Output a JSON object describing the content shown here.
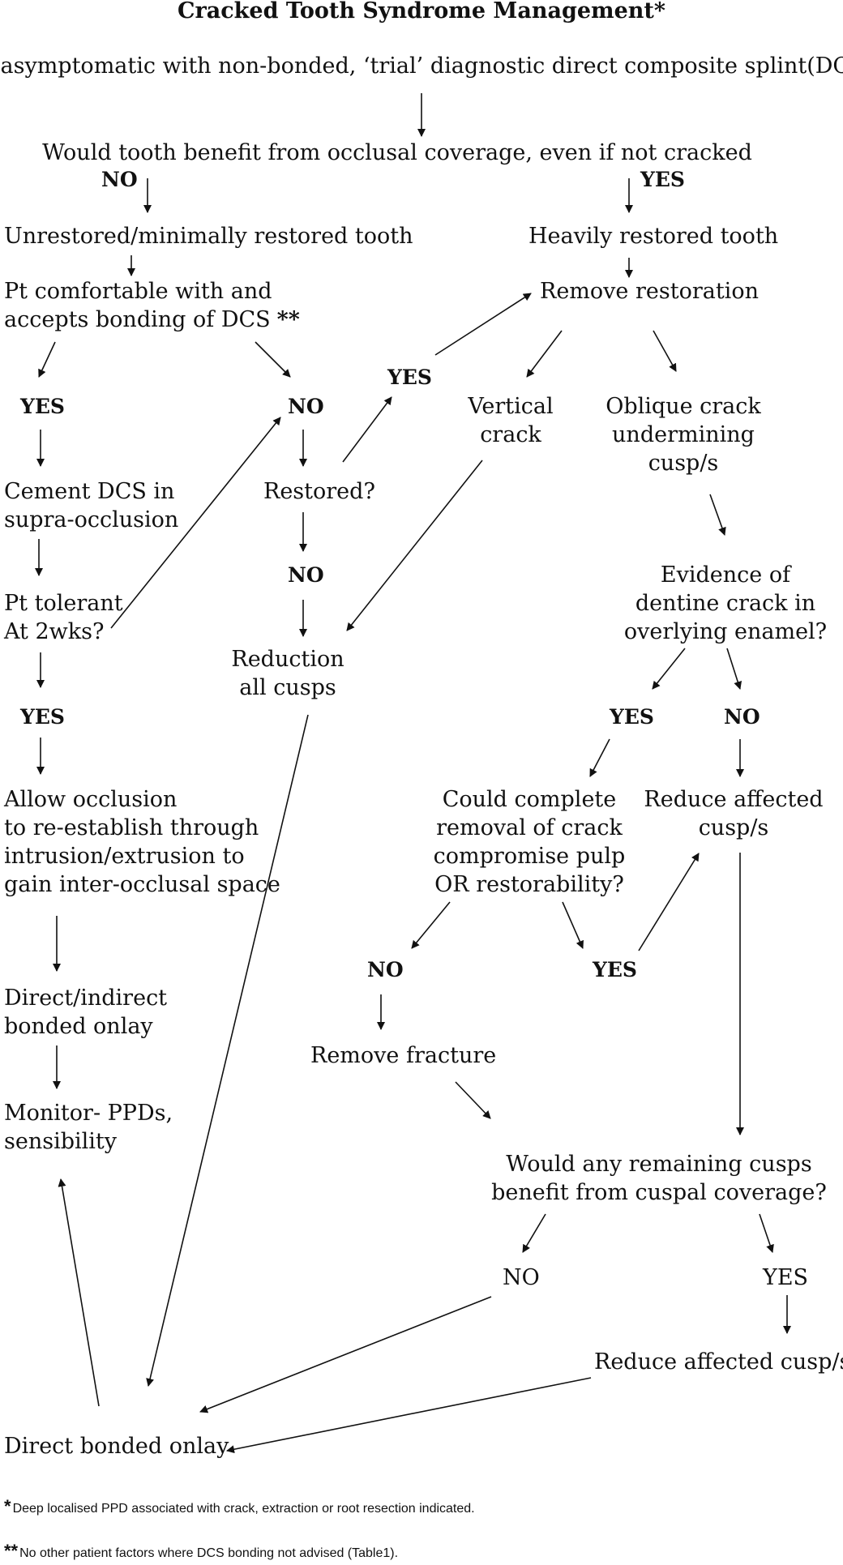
{
  "title": "Cracked Tooth Syndrome Management*",
  "nodes": {
    "start": "Pt asymptomatic with non-bonded, ‘trial’ diagnostic direct composite splint(DCS)",
    "occlusal_q": "Would tooth benefit from occlusal coverage, even if not cracked",
    "no_1": "NO",
    "yes_1": "YES",
    "unrestored": "Unrestored/minimally restored tooth",
    "heavily": "Heavily restored tooth",
    "comfortable_1": "Pt comfortable with and",
    "comfortable_2": "accepts bonding of DCS",
    "comfortable_mark": "**",
    "remove_restoration": "Remove restoration",
    "yes_2": "YES",
    "yes_3": "YES",
    "no_2": "NO",
    "vertical_1": "Vertical",
    "vertical_2": "crack",
    "oblique_1": "Oblique crack",
    "oblique_2": "undermining",
    "oblique_3": "cusp/s",
    "cement_1": "Cement DCS in",
    "cement_2": "supra-occlusion",
    "restored_q": "Restored?",
    "no_3": "NO",
    "tolerant_1": "Pt tolerant",
    "tolerant_2": "At 2wks?",
    "evidence_1": "Evidence of",
    "evidence_2": "dentine crack in",
    "evidence_3": "overlying enamel?",
    "reduction_1": "Reduction",
    "reduction_2": "all cusps",
    "yes_4": "YES",
    "yes_5": "YES",
    "no_4": "NO",
    "allow_1": "Allow occlusion",
    "allow_2": "to re-establish through",
    "allow_3": "intrusion/extrusion to",
    "allow_4": "gain inter-occlusal space",
    "could_1": "Could complete",
    "could_2": "removal of crack",
    "could_3": "compromise pulp",
    "could_4": "OR restorability?",
    "reduce_1": "Reduce affected",
    "reduce_2": "cusp/s",
    "no_5": "NO",
    "yes_6": "YES",
    "direct_indirect_1": "Direct/indirect",
    "direct_indirect_2": "bonded onlay",
    "remove_fracture": "Remove fracture",
    "monitor_1": "Monitor- PPDs,",
    "monitor_2": "sensibility",
    "remaining_1": "Would any remaining cusps",
    "remaining_2": "benefit from cuspal coverage?",
    "no_6": "NO",
    "yes_7": "YES",
    "reduce_final": "Reduce affected cusp/s",
    "direct_bonded": "Direct bonded onlay"
  },
  "footnotes": {
    "note1_mark": "*",
    "note1_text": "Deep localised PPD associated with crack, extraction or root resection indicated.",
    "note2_mark": "**",
    "note2_text": "No other patient factors where DCS bonding not advised (Table1)."
  }
}
